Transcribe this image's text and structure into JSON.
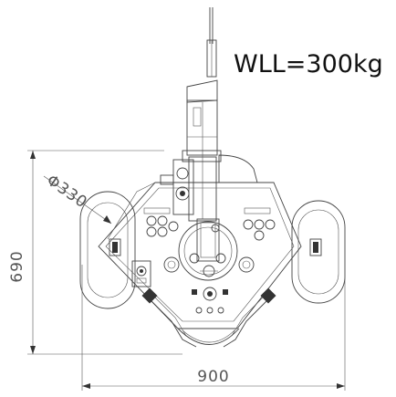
{
  "title": "WLL=300kg",
  "dimensions": {
    "height": "690",
    "width": "900",
    "pad_diameter": "Φ330"
  }
}
